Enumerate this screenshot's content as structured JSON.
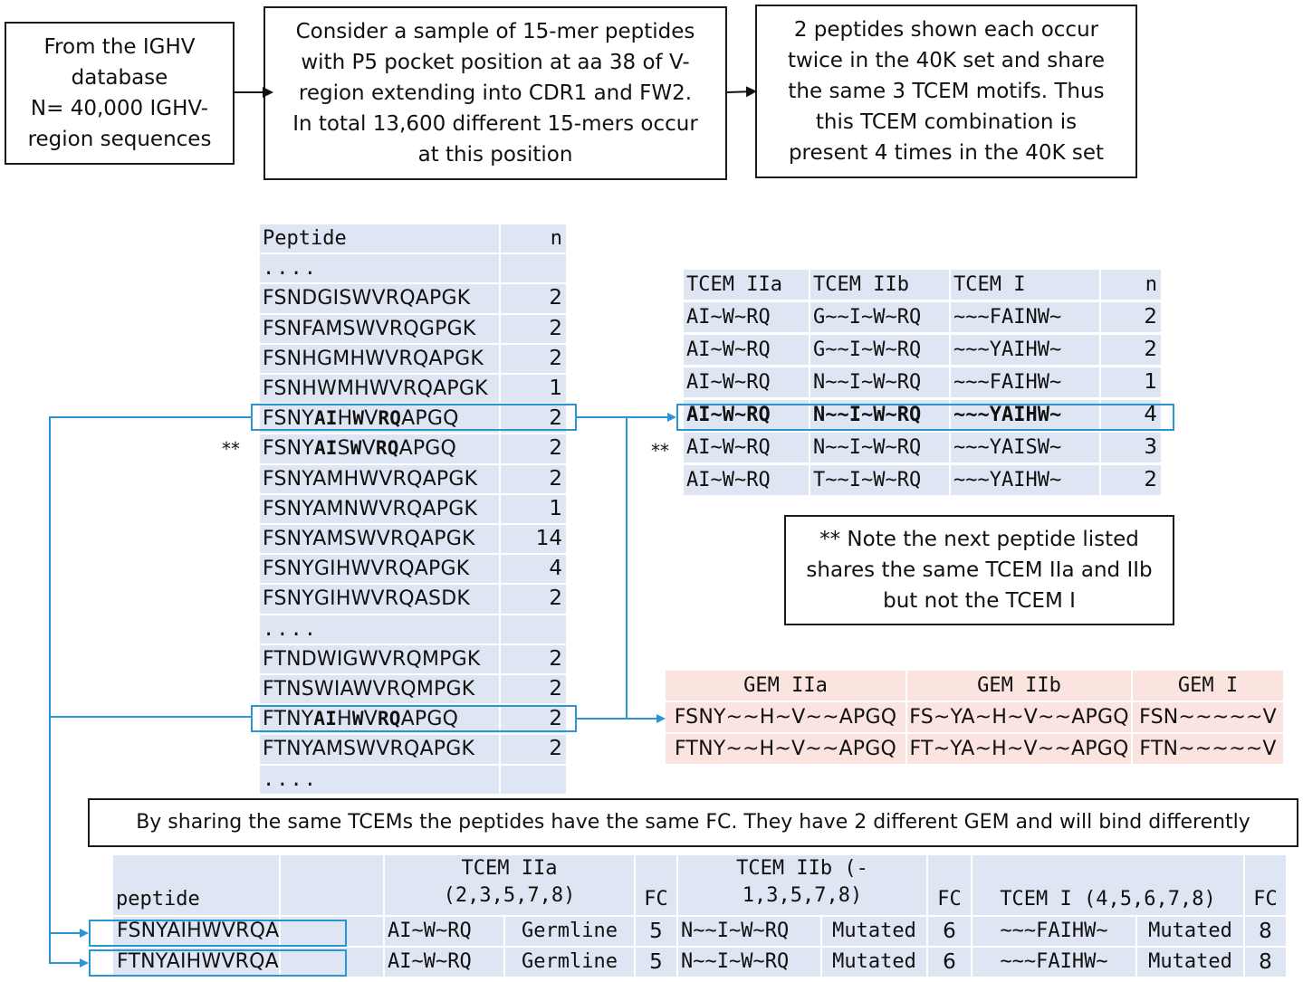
{
  "flow": {
    "box1": "From the IGHV\ndatabase\nN= 40,000 IGHV-\nregion sequences",
    "box2": "Consider a sample of 15-mer peptides\nwith P5 pocket position at aa 38 of V-\nregion extending into CDR1 and FW2.\nIn total 13,600 different 15-mers occur\nat this position",
    "box3": "2 peptides shown each occur\ntwice in the 40K set and share\nthe same 3 TCEM motifs. Thus\nthis TCEM combination is\npresent 4 times in the 40K set"
  },
  "peptide_table": {
    "headers": [
      "Peptide",
      "n"
    ],
    "rows": [
      {
        "pre": "....",
        "bold": "",
        "post": "",
        "n": ""
      },
      {
        "pre": "FSNDGISWVRQAPGK",
        "bold": "",
        "post": "",
        "n": "2"
      },
      {
        "pre": "FSNFAMSWVRQGPGK",
        "bold": "",
        "post": "",
        "n": "2"
      },
      {
        "pre": "FSNHGMHWVRQAPGK",
        "bold": "",
        "post": "",
        "n": "2"
      },
      {
        "pre": "FSNHWMHWVRQAPGK",
        "bold": "",
        "post": "",
        "n": "1"
      },
      {
        "segs": [
          [
            "FSNY",
            0
          ],
          [
            "AI",
            1
          ],
          [
            "H",
            0
          ],
          [
            "W",
            1
          ],
          [
            "V",
            0
          ],
          [
            "RQ",
            1
          ],
          [
            "APGQ",
            0
          ]
        ],
        "n": "2"
      },
      {
        "segs": [
          [
            "FSNY",
            0
          ],
          [
            "AI",
            1
          ],
          [
            "S",
            0
          ],
          [
            "W",
            1
          ],
          [
            "V",
            0
          ],
          [
            "RQ",
            1
          ],
          [
            "APGQ",
            0
          ]
        ],
        "n": "2"
      },
      {
        "pre": "FSNYAMHWVRQAPGK",
        "bold": "",
        "post": "",
        "n": "2"
      },
      {
        "pre": "FSNYAMNWVRQAPGK",
        "bold": "",
        "post": "",
        "n": "1"
      },
      {
        "pre": "FSNYAMSWVRQAPGK",
        "bold": "",
        "post": "",
        "n": "14"
      },
      {
        "pre": "FSNYGIHWVRQAPGK",
        "bold": "",
        "post": "",
        "n": "4"
      },
      {
        "pre": "FSNYGIHWVRQASDK",
        "bold": "",
        "post": "",
        "n": "2"
      },
      {
        "pre": "....",
        "bold": "",
        "post": "",
        "n": ""
      },
      {
        "pre": "FTNDWIGWVRQMPGK",
        "bold": "",
        "post": "",
        "n": "2"
      },
      {
        "pre": "FTNSWIAWVRQMPGK",
        "bold": "",
        "post": "",
        "n": "2"
      },
      {
        "segs": [
          [
            "FTNY",
            0
          ],
          [
            "AI",
            1
          ],
          [
            "H",
            0
          ],
          [
            "W",
            1
          ],
          [
            "V",
            0
          ],
          [
            "RQ",
            1
          ],
          [
            "APGQ",
            0
          ]
        ],
        "n": "2"
      },
      {
        "pre": "FTNYAMSWVRQAPGK",
        "bold": "",
        "post": "",
        "n": "2"
      },
      {
        "pre": "....",
        "bold": "",
        "post": "",
        "n": ""
      }
    ]
  },
  "stars": "**",
  "tcem_table": {
    "headers": [
      "TCEM IIa",
      "TCEM IIb",
      "TCEM I",
      "n"
    ],
    "rows": [
      [
        "AI~W~RQ",
        "G~~I~W~RQ",
        "~~~FAINW~",
        "2"
      ],
      [
        "AI~W~RQ",
        "G~~I~W~RQ",
        "~~~YAIHW~",
        "2"
      ],
      [
        "AI~W~RQ",
        "N~~I~W~RQ",
        "~~~FAIHW~",
        "1"
      ],
      [
        "AI~W~RQ",
        "N~~I~W~RQ",
        "~~~YAIHW~",
        "4"
      ],
      [
        "AI~W~RQ",
        "N~~I~W~RQ",
        "~~~YAISW~",
        "3"
      ],
      [
        "AI~W~RQ",
        "T~~I~W~RQ",
        "~~~YAIHW~",
        "2"
      ]
    ]
  },
  "note": "** Note the next peptide listed\nshares the same TCEM IIa and IIb\nbut not the TCEM I",
  "gem_table": {
    "headers": [
      "GEM IIa",
      "GEM IIb",
      "GEM I"
    ],
    "rows": [
      [
        "FSNY~~H~V~~APGQ",
        "FS~YA~H~V~~APGQ",
        "FSN~~~~~V"
      ],
      [
        "FTNY~~H~V~~APGQ",
        "FT~YA~H~V~~APGQ",
        "FTN~~~~~V"
      ]
    ]
  },
  "banner": "By sharing the same TCEMs the peptides have the same FC. They have 2 different GEM and will bind differently",
  "fc_table": {
    "headers": {
      "peptide": "peptide",
      "tcem2a": "TCEM IIa\n(2,3,5,7,8)",
      "fc1": "FC",
      "tcem2b": "TCEM IIb (-\n1,3,5,7,8)",
      "fc2": "FC",
      "tcem1": "TCEM I (4,5,6,7,8)",
      "fc3": "FC"
    },
    "rows": [
      [
        "FSNYAIHWVRQAPGQ",
        "AI~W~RQ",
        "Germline",
        "5",
        "N~~I~W~RQ",
        "Mutated",
        "6",
        "~~~FAIHW~",
        "Mutated",
        "8"
      ],
      [
        "FTNYAIHWVRQAPGQ",
        "AI~W~RQ",
        "Germline",
        "5",
        "N~~I~W~RQ",
        "Mutated",
        "6",
        "~~~FAIHW~",
        "Mutated",
        "8"
      ]
    ]
  },
  "colors": {
    "table_blue": "#dfe6f3",
    "table_pink": "#fbe3df",
    "arrow_blue": "#2a95d5",
    "border": "#1a1a1a"
  }
}
